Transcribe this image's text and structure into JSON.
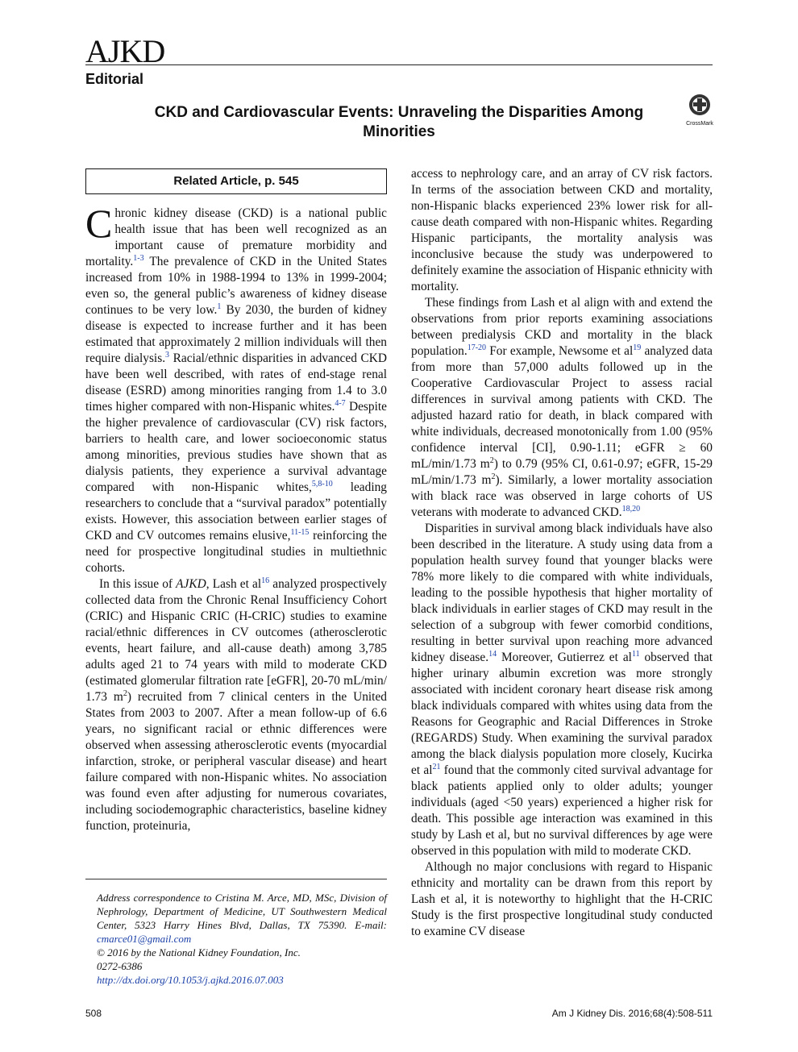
{
  "header": {
    "journal_logo": "AJKD",
    "section": "Editorial",
    "title": "CKD and Cardiovascular Events: Unraveling the Disparities Among Minorities",
    "crossmark_label": "CrossMark"
  },
  "related_article": "Related Article, p. 545",
  "left_column": {
    "p1_dropcap": "C",
    "p1_a": "hronic kidney disease (CKD) is a national public health issue that has been well recognized as an important cause of premature morbidity and mortality.",
    "p1_ref1": "1-3",
    "p1_b": " The prevalence of CKD in the United States increased from 10% in 1988-1994 to 13% in 1999-2004; even so, the general public’s awareness of kidney disease continues to be very low.",
    "p1_ref2": "1",
    "p1_c": " By 2030, the burden of kidney disease is expected to increase further and it has been estimated that approximately 2 million individuals will then require dialysis.",
    "p1_ref3": "3",
    "p1_d": " Racial/ethnic disparities in advanced CKD have been well described, with rates of end-stage renal disease (ESRD) among minorities ranging from 1.4 to 3.0 times higher compared with non-Hispanic whites.",
    "p1_ref4": "4-7",
    "p1_e": " Despite the higher prevalence of cardiovascular (CV) risk factors, barriers to health care, and lower socioeconomic status among minorities, previous studies have shown that as dialysis patients, they experience a survival advantage compared with non-Hispanic whites,",
    "p1_ref5": "5,8-10",
    "p1_f": " leading researchers to conclude that a “survival paradox” potentially exists. However, this association between earlier stages of CKD and CV outcomes remains elusive,",
    "p1_ref6": "11-15",
    "p1_g": " reinforcing the need for prospective longitudinal studies in multiethnic cohorts.",
    "p2_a": "In this issue of ",
    "p2_journal": "AJKD",
    "p2_b": ", Lash et al",
    "p2_ref1": "16",
    "p2_c": " analyzed prospectively collected data from the Chronic Renal Insufficiency Cohort (CRIC) and Hispanic CRIC (H-CRIC) studies to examine racial/ethnic differences in CV outcomes (atherosclerotic events, heart failure, and all-cause death) among 3,785 adults aged 21 to 74 years with mild to moderate CKD (estimated glomerular filtration rate [eGFR], 20-70 mL/min/ 1.73 m",
    "p2_sup2": "2",
    "p2_d": ") recruited from 7 clinical centers in the United States from 2003 to 2007. After a mean follow-up of 6.6 years, no significant racial or ethnic differences were observed when assessing atherosclerotic events (myocardial infarction, stroke, or peripheral vascular disease) and heart failure compared with non-Hispanic whites. No association was found even after adjusting for numerous covariates, including sociodemographic characteristics, baseline kidney function, proteinuria,"
  },
  "address_block": {
    "line1": "Address correspondence to Cristina M. Arce, MD, MSc, Division of Nephrology, Department of Medicine, UT Southwestern Medical Center, 5323 Harry Hines Blvd, Dallas, TX 75390. E-mail: ",
    "email": "cmarce01@gmail.com",
    "copyright": "© 2016 by the National Kidney Foundation, Inc.",
    "issn": "0272-6386",
    "doi": "http://dx.doi.org/10.1053/j.ajkd.2016.07.003"
  },
  "right_column": {
    "p1": "access to nephrology care, and an array of CV risk factors. In terms of the association between CKD and mortality, non-Hispanic blacks experienced 23% lower risk for all-cause death compared with non-Hispanic whites. Regarding Hispanic participants, the mortality analysis was inconclusive because the study was underpowered to definitely examine the association of Hispanic ethnicity with mortality.",
    "p2_a": "These findings from Lash et al align with and extend the observations from prior reports examining associations between predialysis CKD and mortality in the black population.",
    "p2_ref1": "17-20",
    "p2_b": " For example, Newsome et al",
    "p2_ref2": "19",
    "p2_c": " analyzed data from more than 57,000 adults followed up in the Cooperative Cardiovascular Project to assess racial differences in survival among patients with CKD. The adjusted hazard ratio for death, in black compared with white individuals, decreased monotonically from 1.00 (95% confidence interval [CI], 0.90-1.11; eGFR ≥ 60 mL/min/1.73 m",
    "p2_sup2a": "2",
    "p2_d": ") to 0.79 (95% CI, 0.61-0.97; eGFR, 15-29 mL/min/1.73 m",
    "p2_sup2b": "2",
    "p2_e": "). Similarly, a lower mortality association with black race was observed in large cohorts of US veterans with moderate to advanced CKD.",
    "p2_ref3": "18,20",
    "p3_a": "Disparities in survival among black individuals have also been described in the literature. A study using data from a population health survey found that younger blacks were 78% more likely to die compared with white individuals, leading to the possible hypothesis that higher mortality of black individuals in earlier stages of CKD may result in the selection of a subgroup with fewer comorbid conditions, resulting in better survival upon reaching more advanced kidney disease.",
    "p3_ref1": "14",
    "p3_b": " Moreover, Gutierrez et al",
    "p3_ref2": "11",
    "p3_c": " observed that higher urinary albumin excretion was more strongly associated with incident coronary heart disease risk among black individuals compared with whites using data from the Reasons for Geographic and Racial Differences in Stroke (REGARDS) Study. When examining the survival paradox among the black dialysis population more closely, Kucirka et al",
    "p3_ref3": "21",
    "p3_d": " found that the commonly cited survival advantage for black patients applied only to older adults; younger individuals (aged <50 years) experienced a higher risk for death. This possible age interaction was examined in this study by Lash et al, but no survival differences by age were observed in this population with mild to moderate CKD.",
    "p4": "Although no major conclusions with regard to Hispanic ethnicity and mortality can be drawn from this report by Lash et al, it is noteworthy to highlight that the H-CRIC Study is the first prospective longitudinal study conducted to examine CV disease"
  },
  "footer": {
    "page_number": "508",
    "citation": "Am J Kidney Dis. 2016;68(4):508-511"
  }
}
